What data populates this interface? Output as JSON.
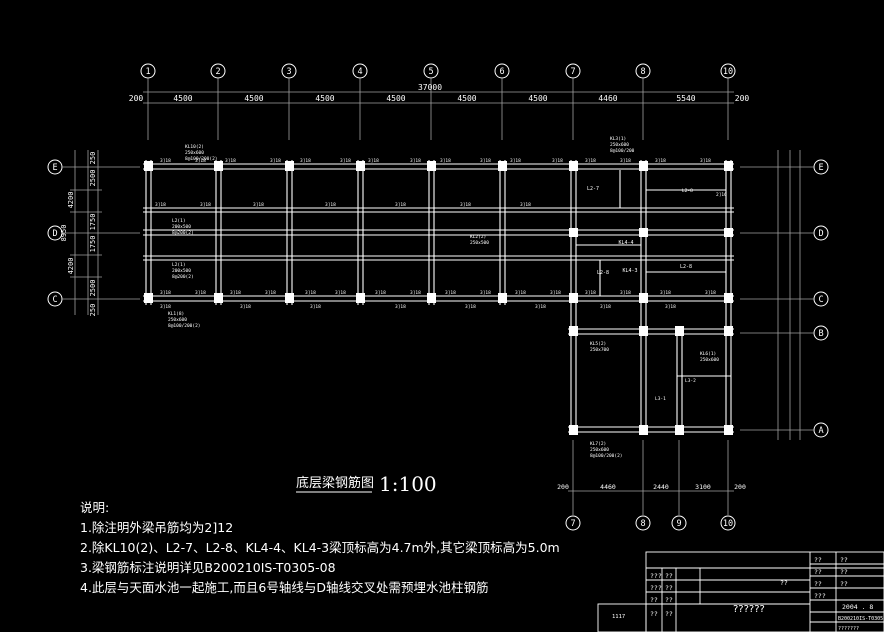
{
  "title": "底层梁钢筋图",
  "scale": "1:100",
  "total_dim": "37000",
  "top_axes": [
    "1",
    "2",
    "3",
    "4",
    "5",
    "6",
    "7",
    "8",
    "10"
  ],
  "top_spans": [
    "4500",
    "4500",
    "4500",
    "4500",
    "4500",
    "4500",
    "4460",
    "5540"
  ],
  "top_edge_left": "200",
  "top_edge_right": "200",
  "left_axes": [
    "E",
    "D",
    "C"
  ],
  "left_dims": [
    "4200",
    "4200"
  ],
  "left_total": "8950",
  "right_axes": [
    "E",
    "D",
    "C",
    "B",
    "A"
  ],
  "bottom_axes": [
    "7",
    "8",
    "9",
    "10"
  ],
  "bottom_spans": [
    "4460",
    "2440",
    "3100"
  ],
  "bottom_edge_left": "200",
  "bottom_edge_right": "200",
  "beam_labels": [
    "L2-7",
    "L2-8",
    "L2-8",
    "KL4-4",
    "KL4-3"
  ],
  "notes_title": "说明:",
  "notes": [
    "1.除注明外梁吊筋均为2]12",
    "2.除KL10(2)、L2-7、L2-8、KL4-4、KL4-3梁顶标高为4.7m外,其它梁顶标高为5.0m",
    "3.梁钢筋标注说明详见B200210IS-T0305-08",
    "4.此层与天面水池一起施工,而且6号轴线与D轴线交叉处需预埋水池柱钢筋"
  ],
  "title_block": {
    "drawing_name": "??????",
    "center_mark": "??",
    "date": "2004 . 8",
    "left_box": "1117",
    "code_1": "B200210IS-T0305",
    "code_2": "???????",
    "cells": [
      "???",
      "??",
      "???",
      "??",
      "??",
      "??",
      "??",
      "??",
      "??",
      "??",
      "??",
      "??",
      "??",
      "??",
      "???"
    ]
  },
  "colors": {
    "bg": "#000000",
    "line": "#ffffff",
    "dim": "#a0a0a0",
    "column": "#ffffff"
  }
}
